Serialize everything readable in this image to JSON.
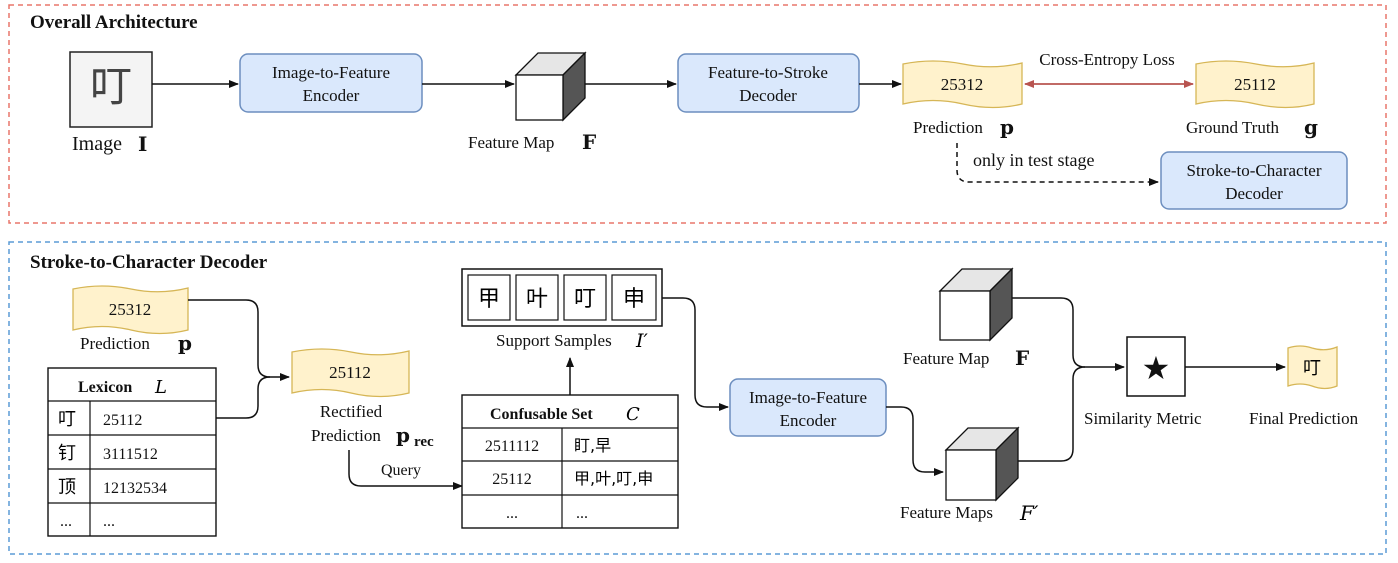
{
  "overall": {
    "title": "Overall Architecture",
    "image_label": "Image",
    "image_symbol": "I",
    "image_glyph": "叮",
    "encoder_line1": "Image-to-Feature",
    "encoder_line2": "Encoder",
    "feature_map_label": "Feature Map",
    "feature_map_symbol": "F",
    "decoder_line1": "Feature-to-Stroke",
    "decoder_line2": "Decoder",
    "prediction_value": "25312",
    "prediction_label": "Prediction",
    "prediction_symbol": "p",
    "loss_label": "Cross-Entropy Loss",
    "gt_value": "25112",
    "gt_label": "Ground Truth",
    "gt_symbol": "g",
    "test_stage_label": "only in test stage",
    "s2c_line1": "Stroke-to-Character",
    "s2c_line2": "Decoder"
  },
  "s2c": {
    "title": "Stroke-to-Character Decoder",
    "prediction_value": "25312",
    "prediction_label": "Prediction",
    "prediction_symbol": "p",
    "lexicon_title": "Lexicon",
    "lexicon_symbol": "L",
    "lexicon_rows": [
      {
        "char": "叮",
        "code": "25112"
      },
      {
        "char": "钉",
        "code": "3111512"
      },
      {
        "char": "顶",
        "code": "12132534"
      },
      {
        "char": "...",
        "code": "..."
      }
    ],
    "rectified_value": "25112",
    "rectified_line1": "Rectified",
    "rectified_line2": "Prediction",
    "rectified_symbol": "p",
    "rectified_sub": "rec",
    "query_label": "Query",
    "support_chars": [
      "甲",
      "叶",
      "叮",
      "申"
    ],
    "support_label": "Support Samples",
    "support_symbol": "I′",
    "confusable_title": "Confusable Set",
    "confusable_symbol": "C",
    "confusable_rows": [
      {
        "code": "2511112",
        "chars": "盯,早"
      },
      {
        "code": "25112",
        "chars": "甲,叶,叮,申"
      },
      {
        "code": "...",
        "chars": "..."
      }
    ],
    "encoder_line1": "Image-to-Feature",
    "encoder_line2": "Encoder",
    "feature_map_label": "Feature Map",
    "feature_map_symbol": "F",
    "feature_maps_label": "Feature Maps",
    "feature_maps_symbol": "F′",
    "similarity_label": "Similarity Metric",
    "star": "★",
    "final_label": "Final Prediction",
    "final_char": "叮"
  },
  "colors": {
    "top_border": "#e8776b",
    "bottom_border": "#5b9bd5",
    "box_fill": "#dae8fc",
    "box_stroke": "#6c8ebf",
    "tag_fill": "#fff2cc",
    "tag_stroke": "#d6b656",
    "loss_arrow": "#b85450"
  }
}
